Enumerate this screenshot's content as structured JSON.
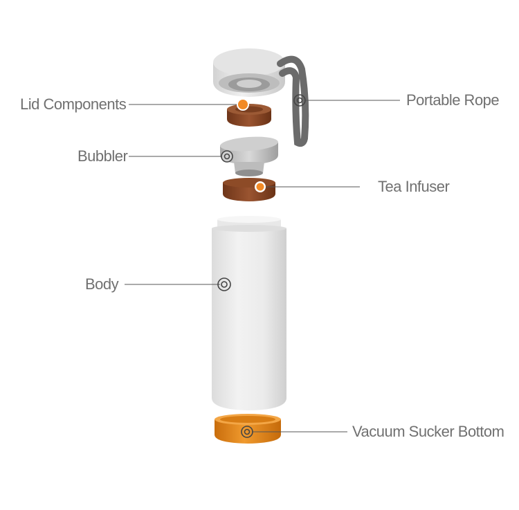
{
  "labels": {
    "lid_components": "Lid Components",
    "portable_rope": "Portable Rope",
    "bubbler": "Bubbler",
    "tea_infuser": "Tea Infuser",
    "body": "Body",
    "vacuum_sucker_bottom": "Vacuum Sucker Bottom"
  },
  "colors": {
    "label_text": "#707070",
    "leader_line": "#555555",
    "bottle_white": "#efefef",
    "wood_brown": "#8a4a2a",
    "orange_base": "#e9891b",
    "marker_orange": "#f28a26",
    "rope_gray": "#6b6b6b"
  }
}
